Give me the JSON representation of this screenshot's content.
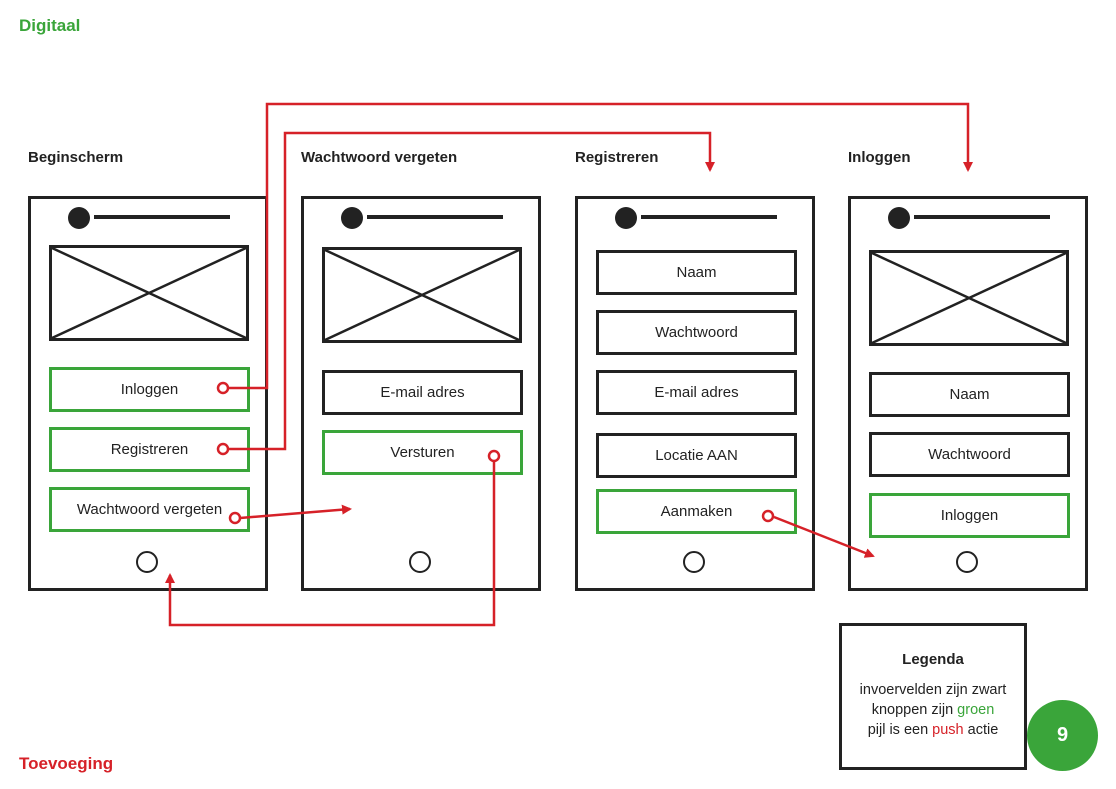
{
  "header": {
    "title": "Digitaal"
  },
  "footer": {
    "label": "Toevoeging"
  },
  "colors": {
    "button_border": "#3aa53a",
    "input_border": "#222222",
    "arrow": "#d62128",
    "badge": "#3aa53a"
  },
  "screens": [
    {
      "title": "Beginscherm",
      "has_image": true,
      "elements": [
        {
          "type": "button",
          "label": "Inloggen"
        },
        {
          "type": "button",
          "label": "Registreren"
        },
        {
          "type": "button",
          "label": "Wachtwoord vergeten"
        }
      ]
    },
    {
      "title": "Wachtwoord vergeten",
      "has_image": true,
      "elements": [
        {
          "type": "input",
          "label": "E-mail adres"
        },
        {
          "type": "button",
          "label": "Versturen"
        }
      ]
    },
    {
      "title": "Registreren",
      "has_image": false,
      "elements": [
        {
          "type": "input",
          "label": "Naam"
        },
        {
          "type": "input",
          "label": "Wachtwoord"
        },
        {
          "type": "input",
          "label": "E-mail adres"
        },
        {
          "type": "input",
          "label": "Locatie AAN"
        },
        {
          "type": "button",
          "label": "Aanmaken"
        }
      ]
    },
    {
      "title": "Inloggen",
      "has_image": true,
      "elements": [
        {
          "type": "input",
          "label": "Naam"
        },
        {
          "type": "input",
          "label": "Wachtwoord"
        },
        {
          "type": "button",
          "label": "Inloggen"
        }
      ]
    }
  ],
  "flows": [
    {
      "from": "Beginscherm / Inloggen",
      "to": "Inloggen"
    },
    {
      "from": "Beginscherm / Registreren",
      "to": "Registreren"
    },
    {
      "from": "Beginscherm / Wachtwoord vergeten",
      "to": "Wachtwoord vergeten"
    },
    {
      "from": "Wachtwoord vergeten / Versturen",
      "to": "Beginscherm"
    },
    {
      "from": "Registreren / Aanmaken",
      "to": "Inloggen"
    }
  ],
  "legend": {
    "title": "Legenda",
    "line1": "invoervelden zijn zwart",
    "line2_pre": "knoppen zijn ",
    "line2_color": "groen",
    "line3_pre": "pijl is een ",
    "line3_color": "push",
    "line3_post": " actie"
  },
  "page_number": "9"
}
